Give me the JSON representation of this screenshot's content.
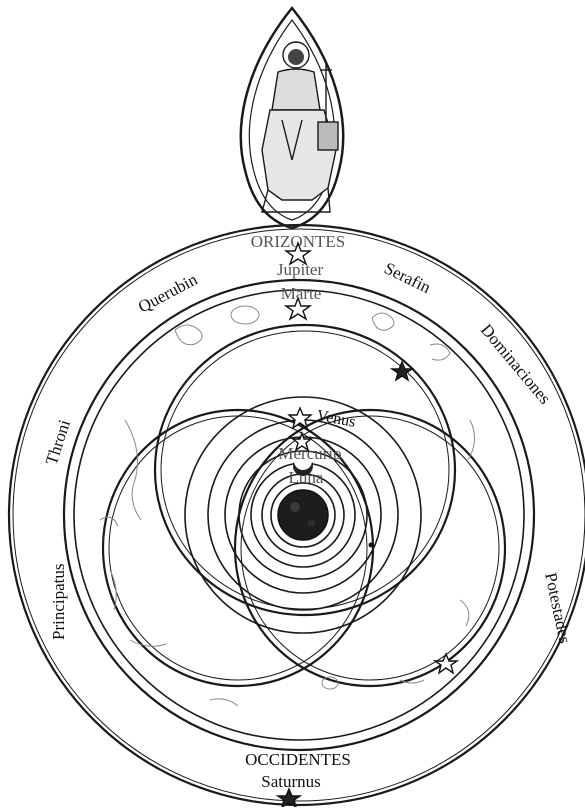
{
  "diagram": {
    "outer_ring_labels": {
      "querubin": "Querubin",
      "serafin": "Serafin",
      "dominaciones": "Dominaciones",
      "throni": "Throni",
      "principatus": "Principatus",
      "potestades": "Potestades"
    },
    "top_labels": {
      "orizontes": "ORIZONTES",
      "jupiter": "Jupiter",
      "marte": "Marte"
    },
    "center_labels": {
      "venus": "Venus",
      "mercurio": "Mercurio",
      "luna": "Luna"
    },
    "bottom_labels": {
      "occidentes": "OCCIDENTES",
      "saturnus": "Saturnus"
    },
    "icons": [
      "christ-enthroned-figure",
      "star-icon",
      "crescent-moon-icon",
      "earth-globe-icon"
    ],
    "colors": {
      "ink": "#1a1a1a",
      "faded_label": "#555555",
      "paper": "#ffffff"
    }
  }
}
